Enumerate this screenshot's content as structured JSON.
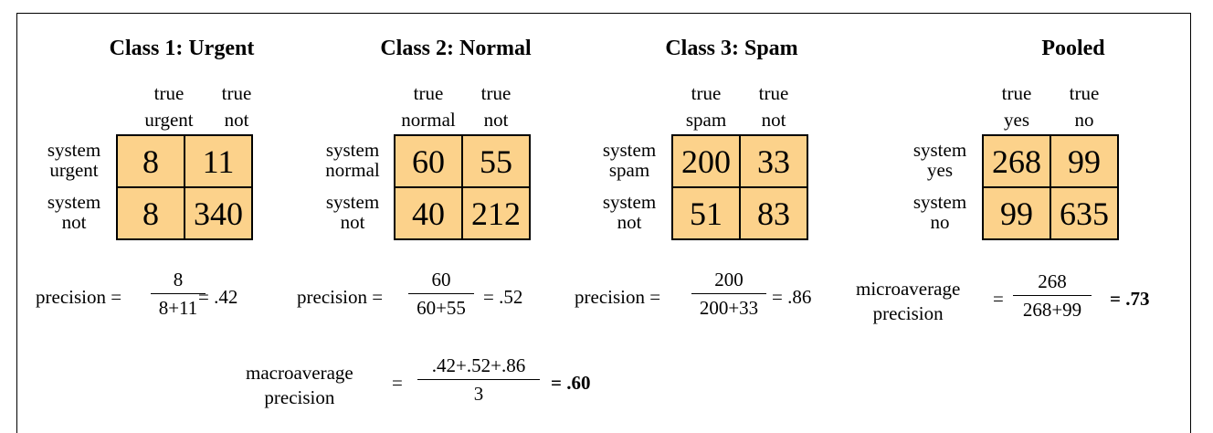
{
  "classes": [
    {
      "title": "Class 1: Urgent",
      "col_headers": [
        [
          "true",
          "urgent"
        ],
        [
          "true",
          "not"
        ]
      ],
      "row_headers": [
        [
          "system",
          "urgent"
        ],
        [
          "system",
          "not"
        ]
      ],
      "cells": [
        "8",
        "11",
        "8",
        "340"
      ],
      "precision_label": "precision =",
      "numerator": "8",
      "denominator": "8+11",
      "result": "= .42"
    },
    {
      "title": "Class 2: Normal",
      "col_headers": [
        [
          "true",
          "normal"
        ],
        [
          "true",
          "not"
        ]
      ],
      "row_headers": [
        [
          "system",
          "normal"
        ],
        [
          "system",
          "not"
        ]
      ],
      "cells": [
        "60",
        "55",
        "40",
        "212"
      ],
      "precision_label": "precision =",
      "numerator": "60",
      "denominator": "60+55",
      "result": "= .52"
    },
    {
      "title": "Class 3: Spam",
      "col_headers": [
        [
          "true",
          "spam"
        ],
        [
          "true",
          "not"
        ]
      ],
      "row_headers": [
        [
          "system",
          "spam"
        ],
        [
          "system",
          "not"
        ]
      ],
      "cells": [
        "200",
        "33",
        "51",
        "83"
      ],
      "precision_label": "precision =",
      "numerator": "200",
      "denominator": "200+33",
      "result": "= .86"
    },
    {
      "title": "Pooled",
      "col_headers": [
        [
          "true",
          "yes"
        ],
        [
          "true",
          "no"
        ]
      ],
      "row_headers": [
        [
          "system",
          "yes"
        ],
        [
          "system",
          "no"
        ]
      ],
      "cells": [
        "268",
        "99",
        "99",
        "635"
      ],
      "precision_label": [
        "microaverage",
        "precision"
      ],
      "eq": "=",
      "numerator": "268",
      "denominator": "268+99",
      "result": "= .73"
    }
  ],
  "macro": {
    "label": [
      "macroaverage",
      "precision"
    ],
    "eq": "=",
    "numerator": ".42+.52+.86",
    "denominator": "3",
    "result": "= .60"
  },
  "colors": {
    "cell_fill": "#fcd28b",
    "border": "#000000"
  }
}
